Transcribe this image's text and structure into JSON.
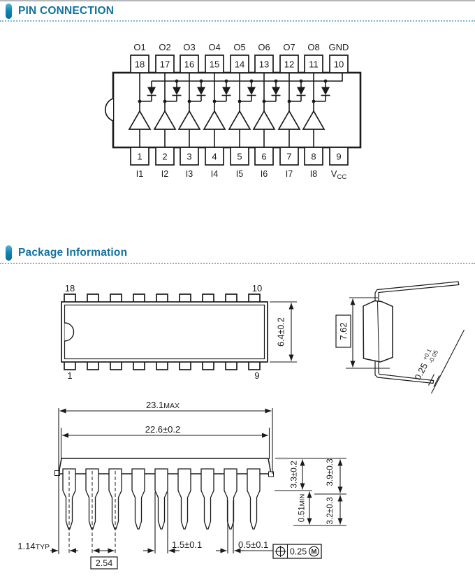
{
  "sections": [
    {
      "title": "PIN CONNECTION"
    },
    {
      "title": "Package Information"
    }
  ],
  "pin_diagram": {
    "top_pins": [
      {
        "num": "18",
        "label": "O1"
      },
      {
        "num": "17",
        "label": "O2"
      },
      {
        "num": "16",
        "label": "O3"
      },
      {
        "num": "15",
        "label": "O4"
      },
      {
        "num": "14",
        "label": "O5"
      },
      {
        "num": "13",
        "label": "O6"
      },
      {
        "num": "12",
        "label": "O7"
      },
      {
        "num": "11",
        "label": "O8"
      },
      {
        "num": "10",
        "label": "GND"
      }
    ],
    "bottom_pins": [
      {
        "num": "1",
        "label": "I1"
      },
      {
        "num": "2",
        "label": "I2"
      },
      {
        "num": "3",
        "label": "I3"
      },
      {
        "num": "4",
        "label": "I4"
      },
      {
        "num": "5",
        "label": "I5"
      },
      {
        "num": "6",
        "label": "I6"
      },
      {
        "num": "7",
        "label": "I7"
      },
      {
        "num": "8",
        "label": "I8"
      },
      {
        "num": "9",
        "label": "V",
        "label_sub": "CC"
      }
    ]
  },
  "package": {
    "top_view": {
      "pin_top_left": "18",
      "pin_top_right": "10",
      "pin_bottom_left": "1",
      "pin_bottom_right": "9",
      "body_width": "6.4±0.2"
    },
    "side_view": {
      "row_spacing": "7.62",
      "lead_thickness": "0.25",
      "lead_thickness_tol_upper": "+0.1",
      "lead_thickness_tol_lower": "-0.05"
    },
    "front_view": {
      "overall_length": "23.1",
      "overall_length_qualifier": "MAX",
      "body_length": "22.6±0.2",
      "body_thickness": "3.3±0.2",
      "shoulder_height": "3.9±0.3",
      "standoff": "0.51",
      "standoff_qualifier": "MIN",
      "lead_below_seating": "3.2±0.3",
      "end_lead_offset": "1.14",
      "end_lead_qualifier": "TYP",
      "lead_pitch": "2.54",
      "shoulder_width": "1.5±0.1",
      "lead_width": "0.5±0.1",
      "position_tolerance": "0.25",
      "tolerance_modifier": "M"
    }
  }
}
